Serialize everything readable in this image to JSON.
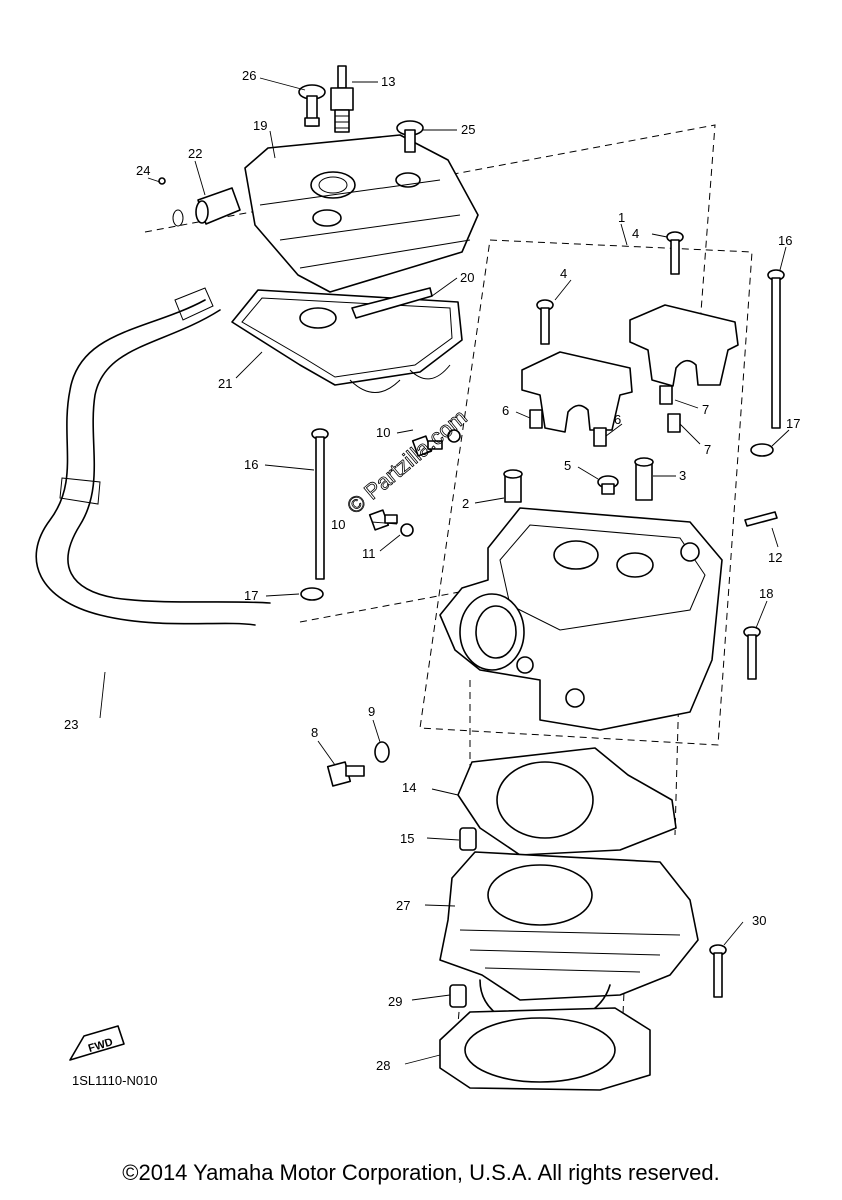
{
  "diagram": {
    "callouts": {
      "c1": "1",
      "c2": "2",
      "c3": "3",
      "c4a": "4",
      "c4b": "4",
      "c5": "5",
      "c6a": "6",
      "c6b": "6",
      "c7a": "7",
      "c7b": "7",
      "c8": "8",
      "c9": "9",
      "c10a": "10",
      "c10b": "10",
      "c11": "11",
      "c12": "12",
      "c13": "13",
      "c14": "14",
      "c15": "15",
      "c16a": "16",
      "c16b": "16",
      "c17a": "17",
      "c17b": "17",
      "c18": "18",
      "c19": "19",
      "c20": "20",
      "c21": "21",
      "c22": "22",
      "c23": "23",
      "c24": "24",
      "c25": "25",
      "c26": "26",
      "c27": "27",
      "c28": "28",
      "c29": "29",
      "c30": "30"
    },
    "fwd_label": "FWD",
    "watermark": "© Partzilla.com",
    "diagram_code": "1SL1110-N010"
  },
  "footer": {
    "copyright": "©2014 Yamaha Motor Corporation, U.S.A. All rights reserved."
  }
}
